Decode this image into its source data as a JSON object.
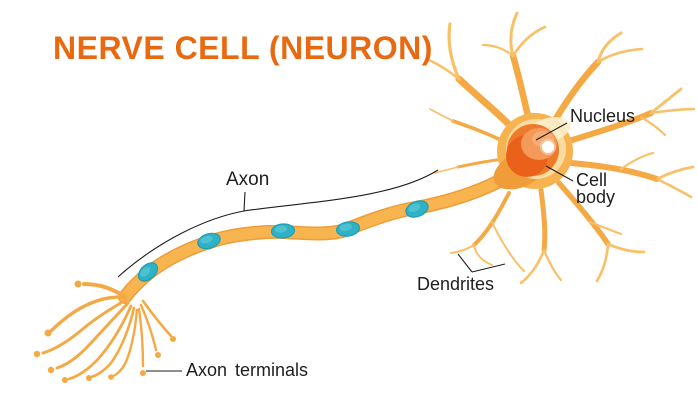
{
  "title": {
    "text": "NERVE CELL (NEURON)"
  },
  "labels": {
    "nucleus": "Nucleus",
    "cell_body_line1": "Cell",
    "cell_body_line2": "body",
    "axon": "Axon",
    "dendrites": "Dendrites",
    "axon_terminals": "Axon terminals"
  },
  "figure": {
    "type": "labeled-diagram",
    "subject": "nerve cell (neuron)",
    "labeled_parts": [
      "Nucleus",
      "Cell body",
      "Axon",
      "Dendrites",
      "Axon terminals"
    ],
    "myelin_segment_count": 5,
    "axon_terminal_bulb_count": 10
  },
  "colors": {
    "title": "#e8690f",
    "ink": "#1e1e1e",
    "branch": "#f5a945",
    "branch_light": "#f9c068",
    "branch_deep": "#f09c38",
    "axon_main": "#f8b44e",
    "axon_edge": "#ef9d3a",
    "soma_base": "#f7b350",
    "soma_cream": "#fbdca0",
    "soma_pale": "#fdeecb",
    "nucleus_main": "#ee7a2b",
    "nucleus_deep": "#ea611c",
    "nucleus_light": "#f49a58",
    "nucleus_light2": "#f6ac72",
    "myelin": "#2fb2c5",
    "myelin_rim": "#1e9fb4",
    "myelin_light": "#55c4d4"
  }
}
